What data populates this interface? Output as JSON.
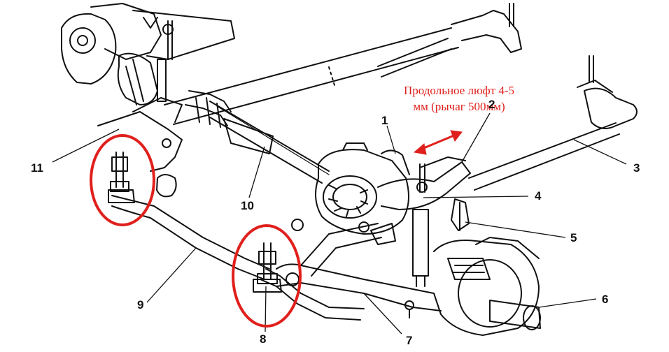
{
  "annotation": {
    "line1": "Продольное люфт 4-5",
    "line2": "мм (рычаг 500мм)"
  },
  "callouts": [
    "1",
    "2",
    "3",
    "4",
    "5",
    "6",
    "7",
    "8",
    "9",
    "10",
    "11"
  ],
  "colors": {
    "ink": "#111111",
    "highlight": "#e0201c"
  }
}
